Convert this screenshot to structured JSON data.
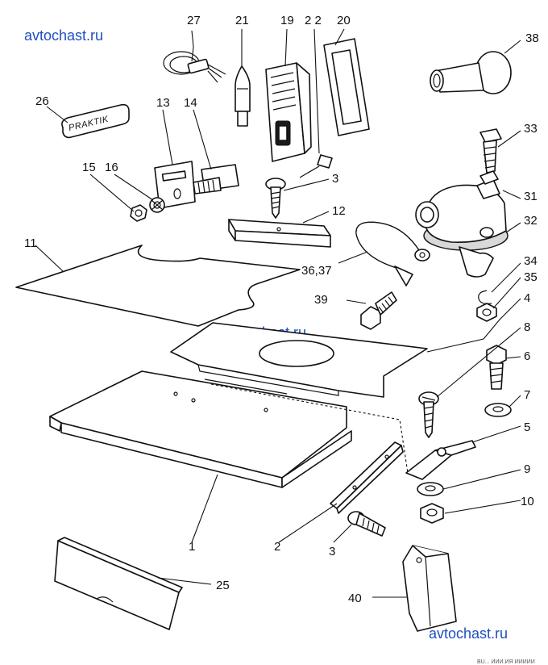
{
  "watermarks": {
    "top_left": "avtochast.ru",
    "center": "avtochast.ru",
    "bottom_right": "avtochast.ru"
  },
  "badge_text": "PRAKTIK",
  "footer_text": "BU... ИИИ.ИЯ ИИИИИ",
  "callouts": {
    "c1": "1",
    "c2": "2",
    "c3a": "3",
    "c3b": "3",
    "c4": "4",
    "c5": "5",
    "c6": "6",
    "c7": "7",
    "c8": "8",
    "c9": "9",
    "c10": "10",
    "c11": "11",
    "c12": "12",
    "c13": "13",
    "c14": "14",
    "c15": "15",
    "c16": "16",
    "c19": "19",
    "c20": "20",
    "c21": "21",
    "c22": "2 2",
    "c25": "25",
    "c26": "26",
    "c27": "27",
    "c31": "31",
    "c32": "32",
    "c33": "33",
    "c34": "34",
    "c35": "35",
    "c3637": "36,37",
    "c38": "38",
    "c39": "39",
    "c40": "40"
  }
}
